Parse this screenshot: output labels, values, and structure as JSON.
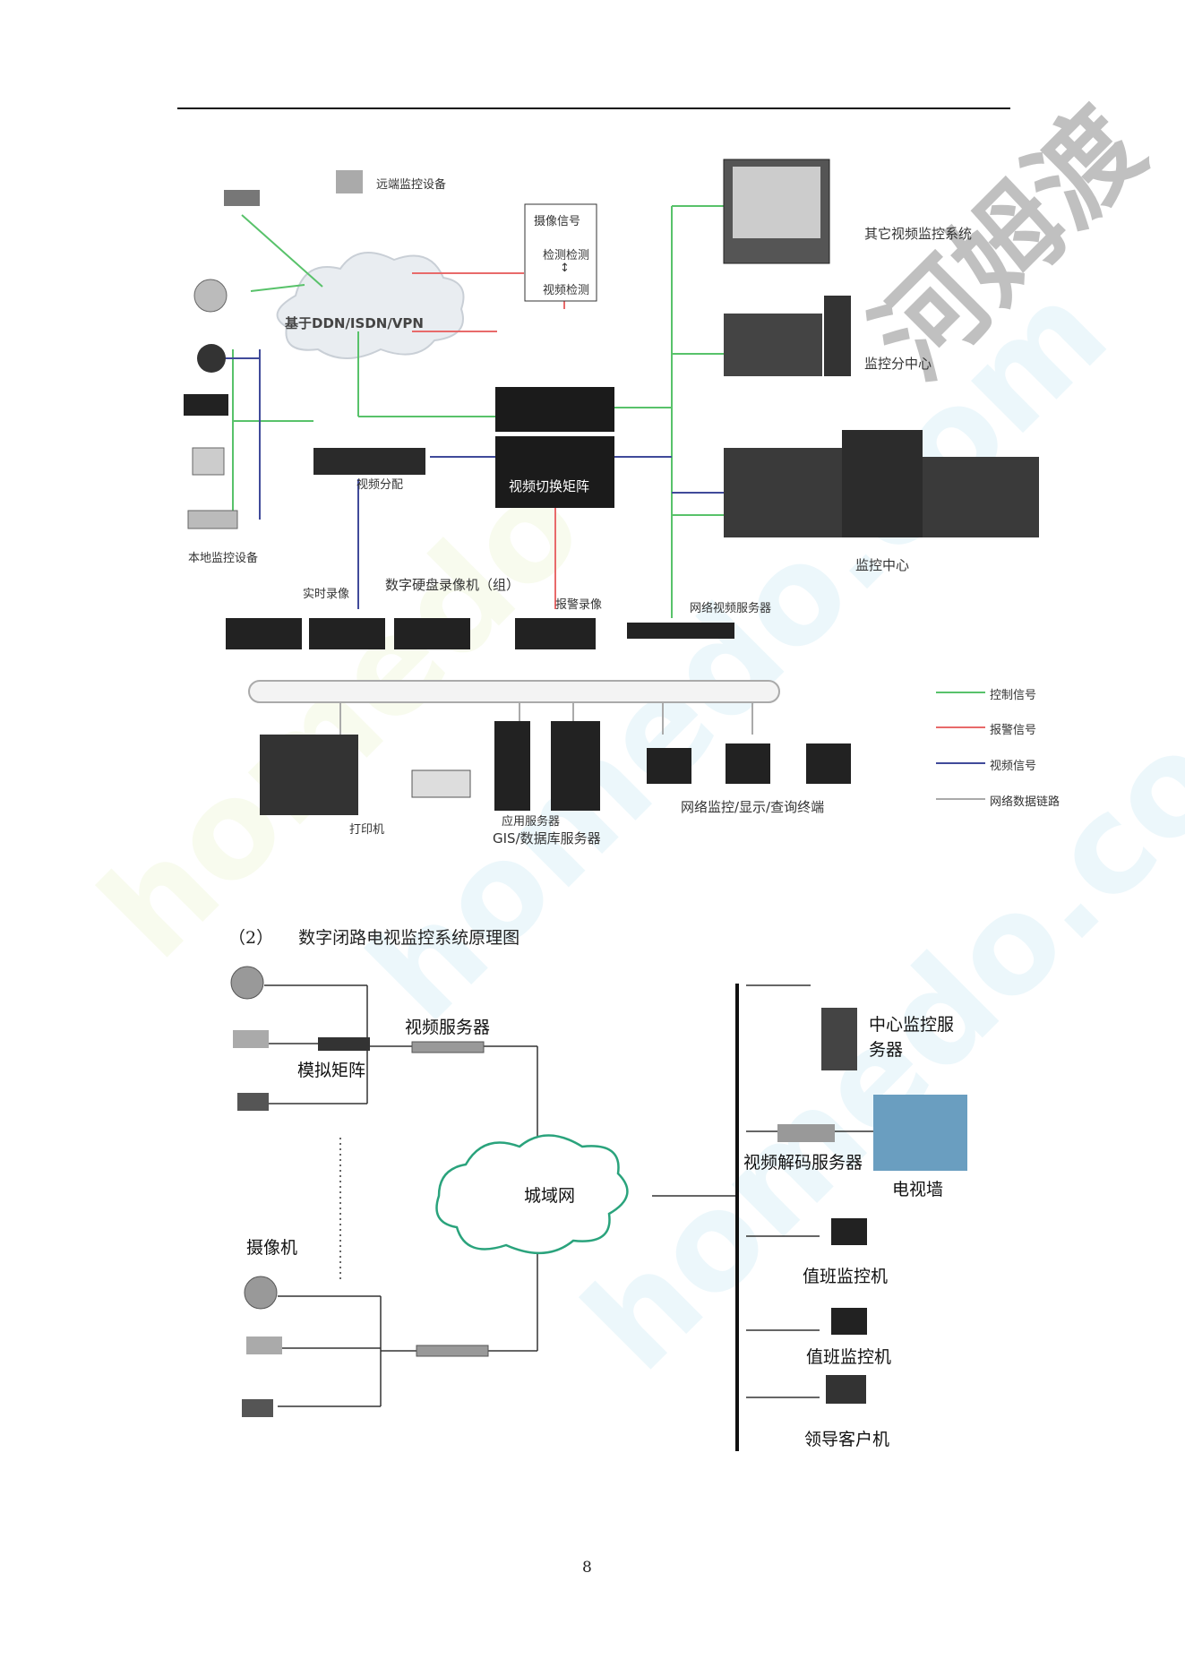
{
  "diagram1": {
    "labels": {
      "remote_monitor": "远端监控设备",
      "network": "基于DDN/ISDN/VPN",
      "camera_signal": "摄像信号",
      "detect_image": "检测检测",
      "arrow": "↕",
      "video_detect": "视频检测",
      "other_video": "其它视频监控系统",
      "sub_center": "监控分中心",
      "distributor": "视频分配",
      "matrix": "视频切换矩阵",
      "main_center": "监控中心",
      "local_monitor": "本地监控设备",
      "realtime_record": "实时录像",
      "dvr_group": "数字硬盘录像机（组）",
      "alarm_record": "报警录像",
      "net_video_server": "网络视频服务器",
      "printer": "打印机",
      "app_server": "应用服务器",
      "gis_server": "GIS/数据库服务器",
      "net_terminal": "网络监控/显示/查询终端"
    },
    "legend": [
      {
        "label": "控制信号",
        "color": "#58c26a"
      },
      {
        "label": "报警信号",
        "color": "#e86a6a"
      },
      {
        "label": "视频信号",
        "color": "#404a9a"
      },
      {
        "label": "网络数据链路",
        "color": "#aaaaaa"
      }
    ]
  },
  "caption": {
    "number": "（2）",
    "title": "数字闭路电视监控系统原理图"
  },
  "diagram2": {
    "labels": {
      "video_server": "视频服务器",
      "analog_matrix": "模拟矩阵",
      "wan": "城域网",
      "camera": "摄像机",
      "central_server": "中心监控服务器",
      "decoder": "视频解码服务器",
      "tv_wall": "电视墙",
      "duty1": "值班监控机",
      "duty2": "值班监控机",
      "leader": "领导客户机"
    }
  },
  "page_number": "8"
}
